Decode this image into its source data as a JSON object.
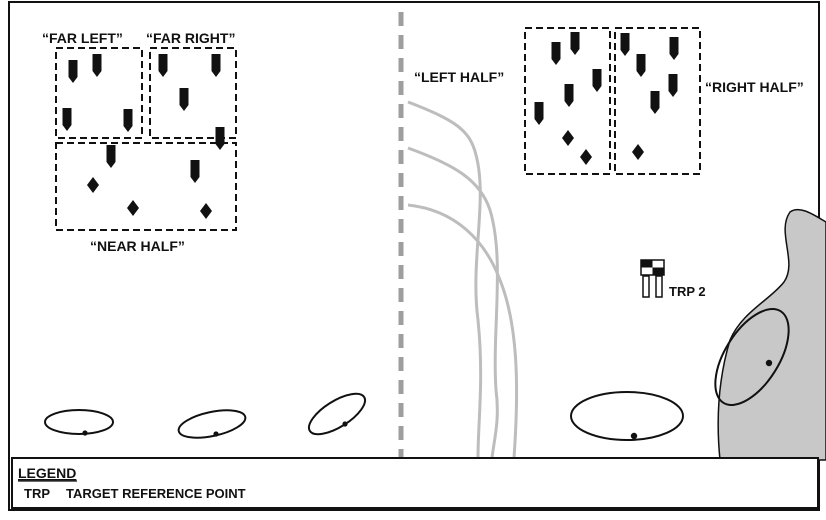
{
  "labels": {
    "far_left": "“FAR LEFT”",
    "far_right": "“FAR RIGHT”",
    "near_half": "“NEAR HALF”",
    "left_half": "“LEFT HALF”",
    "right_half": "“RIGHT HALF”",
    "trp_point": "TRP 2"
  },
  "legend": {
    "title": "LEGEND",
    "abbrev": "TRP",
    "definition": "TARGET REFERENCE POINT"
  },
  "colors": {
    "ink": "#111111",
    "trail": "#bdbdbd",
    "divider": "#9e9e9e",
    "terrain": "#c8c8c8",
    "background": "#ffffff"
  },
  "icons": {
    "vehicle": "pentagon-marker-icon",
    "personnel": "diamond-icon",
    "trp": "target-reference-point-icon",
    "position": "fighting-position-icon"
  }
}
